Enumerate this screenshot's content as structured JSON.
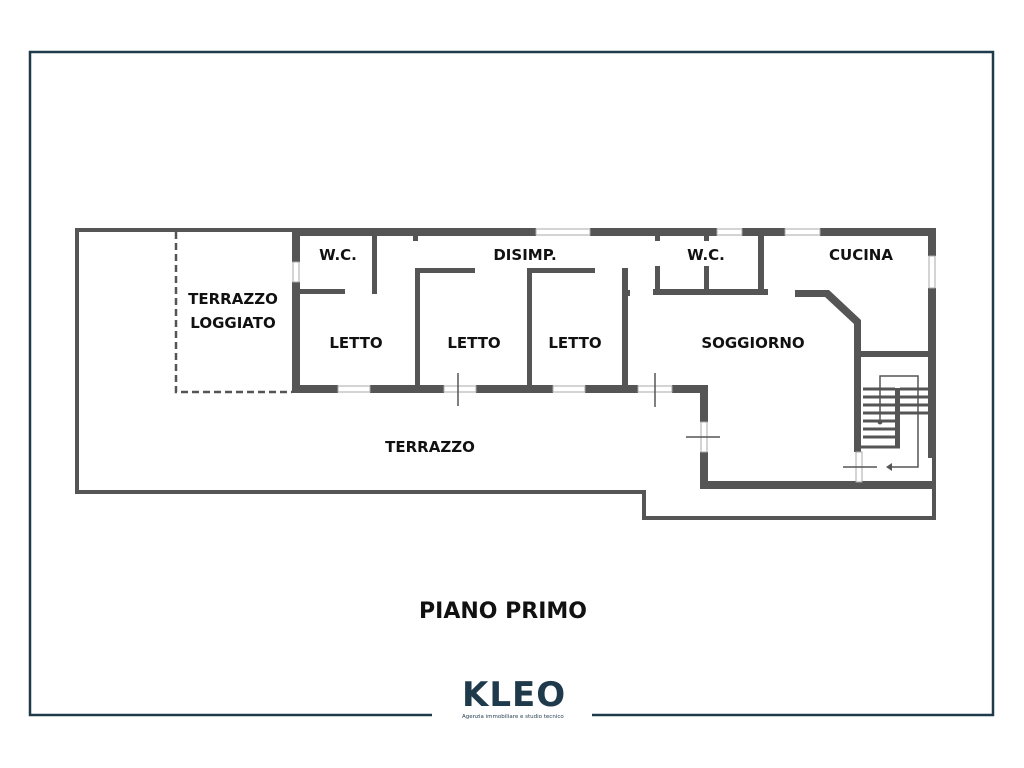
{
  "rooms": {
    "wc_left": "W.C.",
    "disimpegno": "DISIMP.",
    "wc_right": "W.C.",
    "cucina": "CUCINA",
    "terrazzo_loggiato_line1": "TERRAZZO",
    "terrazzo_loggiato_line2": "LOGGIATO",
    "letto_1": "LETTO",
    "letto_2": "LETTO",
    "letto_3": "LETTO",
    "soggiorno": "SOGGIORNO",
    "terrazzo": "TERRAZZO"
  },
  "floor_title": "PIANO PRIMO",
  "logo": {
    "name": "KLEO",
    "tagline": "Agenzia immobiliare e studio tecnico"
  },
  "colors": {
    "frame": "#1f3a4a",
    "wall": "#555555",
    "logo_accent": "#c0282d"
  }
}
